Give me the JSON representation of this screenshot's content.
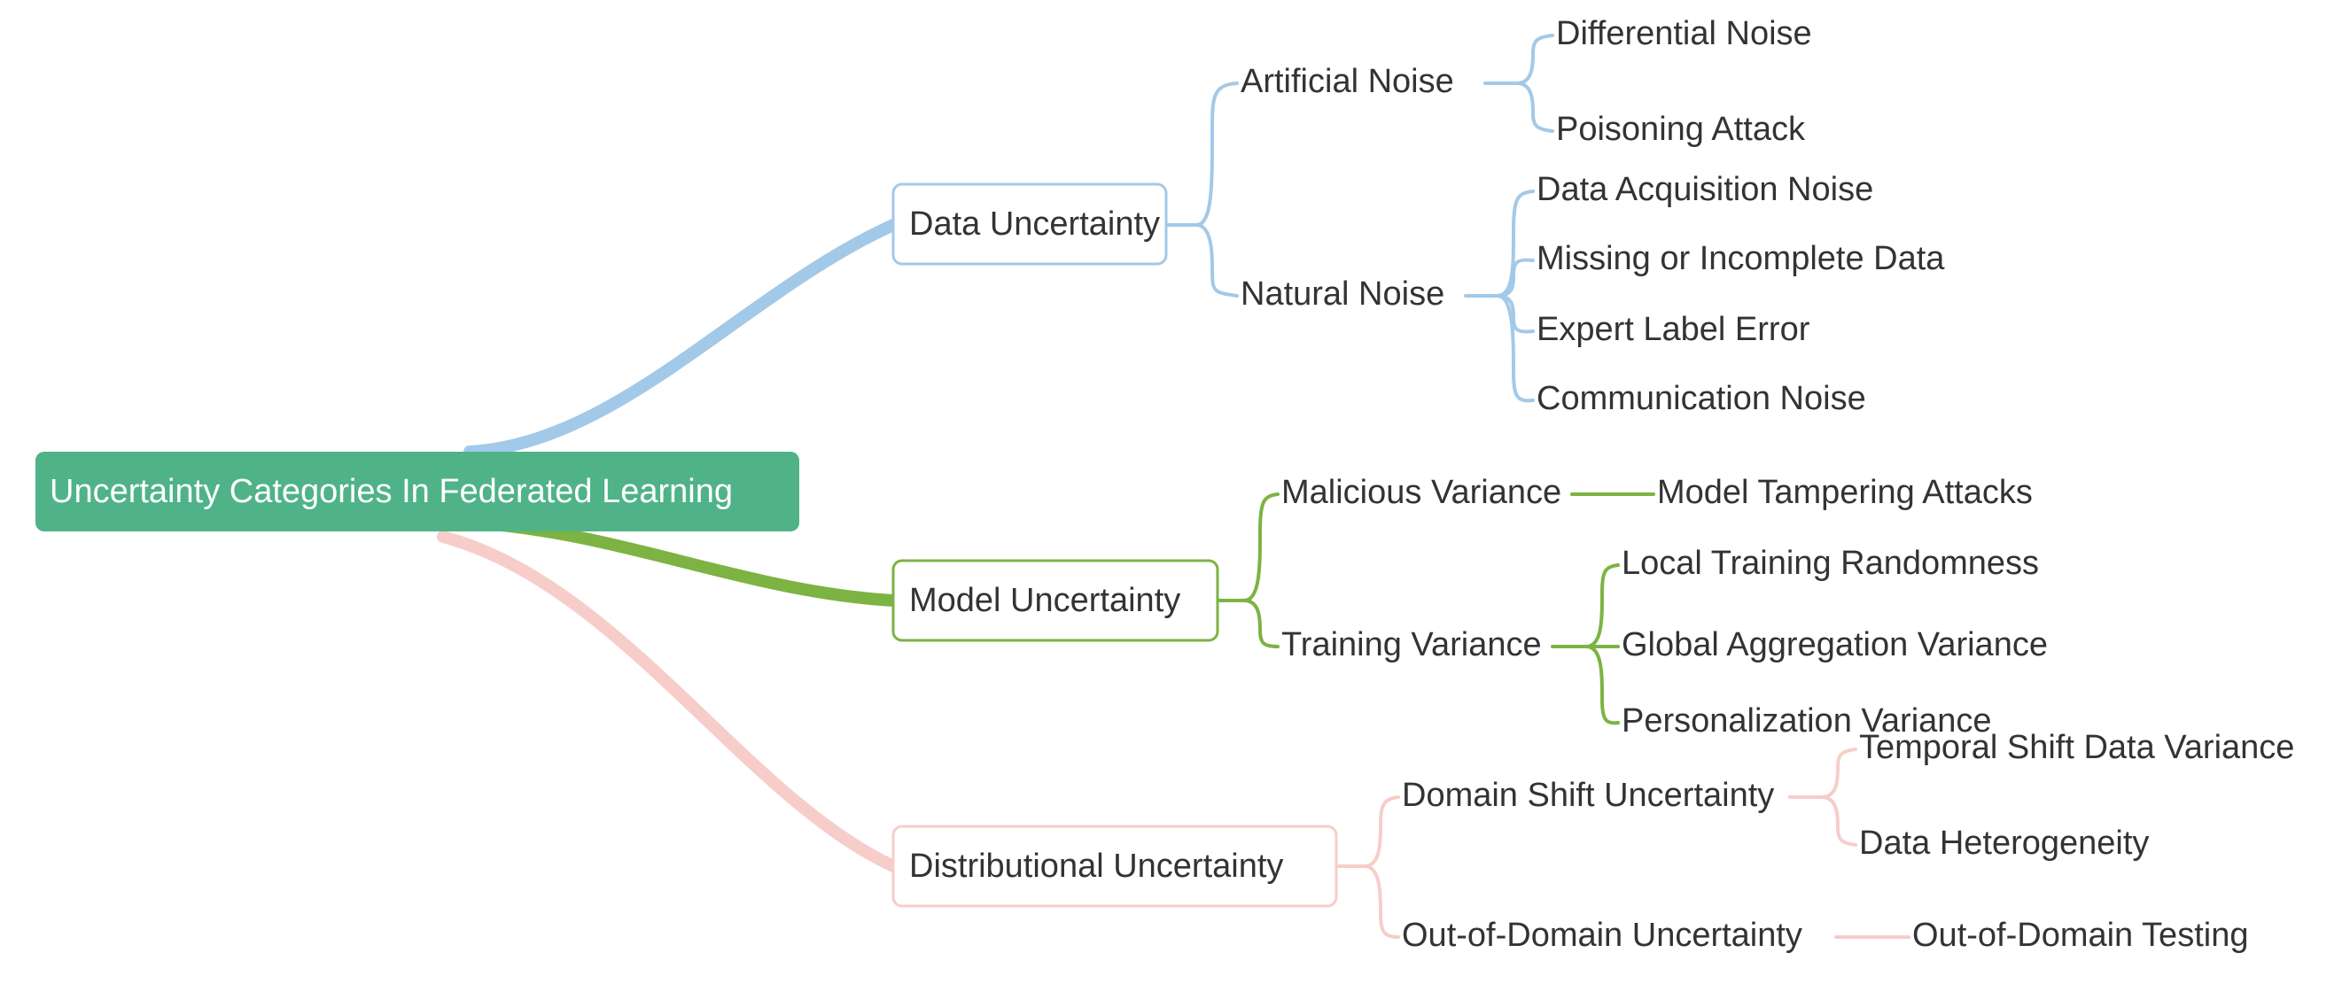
{
  "diagram": {
    "type": "mindmap",
    "title": "Uncertainty Categories In Federated Learning",
    "background_color": "#ffffff",
    "text_color": "#333333",
    "root": {
      "label": "Uncertainty Categories In Federated Learning",
      "fill_color": "#4fb387",
      "text_color": "#ffffff"
    },
    "branches": [
      {
        "label": "Data Uncertainty",
        "color": "#a3c9e8",
        "children": [
          {
            "label": "Artificial Noise",
            "children": [
              {
                "label": "Differential Noise"
              },
              {
                "label": "Poisoning Attack"
              }
            ]
          },
          {
            "label": "Natural Noise",
            "children": [
              {
                "label": "Data Acquisition Noise"
              },
              {
                "label": "Missing or Incomplete Data"
              },
              {
                "label": "Expert Label Error"
              },
              {
                "label": "Communication Noise"
              }
            ]
          }
        ]
      },
      {
        "label": "Model Uncertainty",
        "color": "#7cb342",
        "children": [
          {
            "label": "Malicious Variance",
            "children": [
              {
                "label": "Model Tampering Attacks"
              }
            ]
          },
          {
            "label": "Training Variance",
            "children": [
              {
                "label": "Local Training Randomness"
              },
              {
                "label": "Global Aggregation Variance"
              },
              {
                "label": "Personalization Variance"
              }
            ]
          }
        ]
      },
      {
        "label": "Distributional Uncertainty",
        "color": "#f7cdc9",
        "children": [
          {
            "label": "Domain Shift Uncertainty",
            "children": [
              {
                "label": "Temporal Shift Data Variance"
              },
              {
                "label": "Data Heterogeneity"
              }
            ]
          },
          {
            "label": "Out-of-Domain Uncertainty",
            "children": [
              {
                "label": "Out-of-Domain Testing"
              }
            ]
          }
        ]
      }
    ]
  }
}
